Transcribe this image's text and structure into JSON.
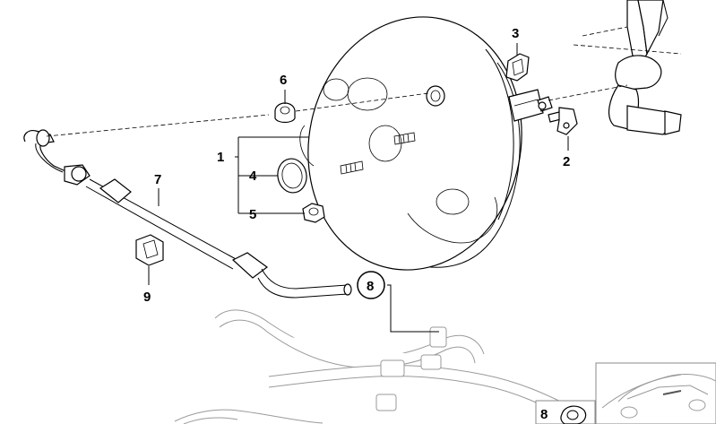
{
  "callouts": {
    "c1": "1",
    "c2": "2",
    "c3": "3",
    "c4": "4",
    "c5": "5",
    "c6": "6",
    "c7": "7",
    "c8": "8",
    "c9": "9",
    "c8_inset": "8"
  }
}
